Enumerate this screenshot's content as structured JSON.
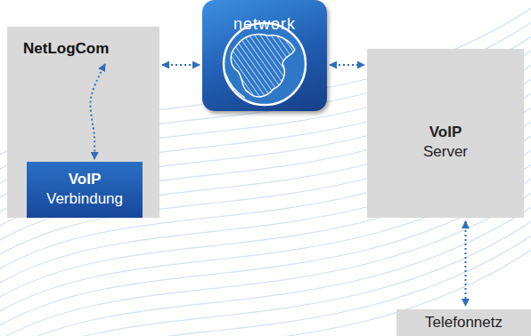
{
  "diagram": {
    "nodes": [
      {
        "text": [
          "NetLogCom"
        ]
      },
      {
        "text": [
          "VoIP",
          "Verbindung"
        ],
        "in": 0
      },
      {
        "text": [
          "network"
        ]
      },
      {
        "text": [
          "VoIP",
          "Server"
        ]
      },
      {
        "text": [
          "Telefonnetz"
        ]
      }
    ],
    "edges": [
      {
        "from": 0,
        "to": 2,
        "arrow": "both"
      },
      {
        "from": 0,
        "to": 1,
        "arrow": "both"
      },
      {
        "from": 2,
        "to": 3,
        "arrow": "both"
      },
      {
        "from": 3,
        "to": 4,
        "arrow": "both"
      }
    ]
  }
}
